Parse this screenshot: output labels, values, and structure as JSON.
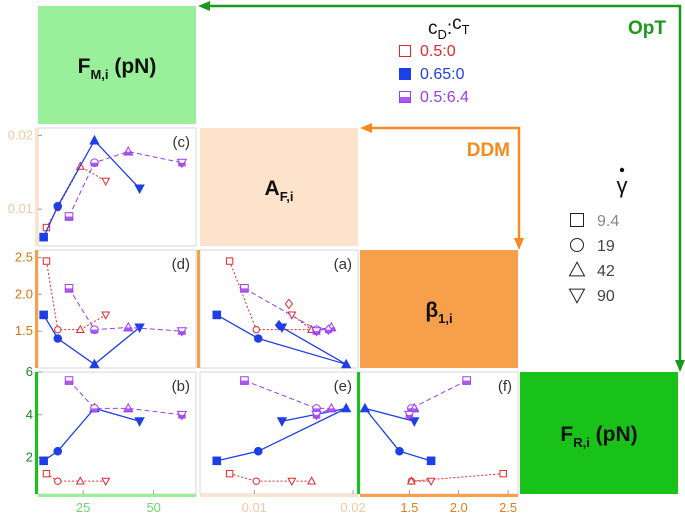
{
  "chart_data": {
    "type": "scatter",
    "diag": {
      "FM": {
        "main": "F",
        "sub": "M,i",
        "unit": "(pN)",
        "color": "#9af09a"
      },
      "A": {
        "main": "A",
        "sub": "F,i",
        "unit": "",
        "color": "#fde3cb"
      },
      "B": {
        "main": "β",
        "sub": "1,i",
        "unit": "",
        "color": "#f7a04b"
      },
      "FR": {
        "main": "F",
        "sub": "R,i",
        "unit": "(pN)",
        "color": "#19c219"
      }
    },
    "arrows": {
      "opt": "OpT",
      "ddm": "DDM",
      "opt_color": "#1a9a1a",
      "ddm_color": "#f58a1f"
    },
    "legend_conc": {
      "title_c": "c",
      "title_sub1": "D",
      "title_colon": ":",
      "title_sub2": "T",
      "entries": [
        {
          "label": "0.5:0",
          "color": "#e8262a",
          "style": "open"
        },
        {
          "label": "0.65:0",
          "color": "#1f3fe6",
          "style": "filled"
        },
        {
          "label": "0.5:6.4",
          "color": "#9b3cf0",
          "style": "half"
        }
      ]
    },
    "legend_gamma": {
      "symbol": "γ",
      "entries": [
        {
          "label": "9.4",
          "marker": "square",
          "color": "#888888"
        },
        {
          "label": "19",
          "marker": "circle",
          "color": "#444444"
        },
        {
          "label": "42",
          "marker": "triangle",
          "color": "#444444"
        },
        {
          "label": "90",
          "marker": "tri_down",
          "color": "#444444"
        }
      ]
    },
    "markers": [
      "square",
      "circle",
      "triangle",
      "tri_down"
    ],
    "series": {
      "red": {
        "FM": [
          12,
          16,
          24,
          33
        ],
        "A": [
          0.0075,
          0.0102,
          0.0158,
          0.0138
        ],
        "B": [
          2.45,
          1.52,
          1.52,
          1.72
        ],
        "FR": [
          1.25,
          0.9,
          0.9,
          0.9
        ]
      },
      "blue": {
        "FM": [
          11,
          16,
          29,
          45
        ],
        "A": [
          0.0062,
          0.0104,
          0.0193,
          0.0128
        ],
        "B": [
          1.72,
          1.4,
          1.05,
          1.55
        ],
        "FR": [
          1.85,
          2.3,
          4.3,
          3.7
        ]
      },
      "purple": {
        "FM": [
          20,
          29,
          41,
          60
        ],
        "A": [
          0.009,
          0.0163,
          0.0178,
          0.0163
        ],
        "B": [
          2.08,
          1.52,
          1.55,
          1.5
        ],
        "FR": [
          5.6,
          4.3,
          4.3,
          4.0
        ]
      }
    },
    "extra_points": [
      {
        "panel": "a",
        "x": 0.0135,
        "y": 1.87,
        "marker": "diamond",
        "color": "#e8262a",
        "style": "open"
      },
      {
        "panel": "a",
        "x": 0.0125,
        "y": 1.58,
        "marker": "diamond",
        "color": "#1f3fe6",
        "style": "filled"
      },
      {
        "panel": "a",
        "x": 0.0175,
        "y": 1.52,
        "marker": "diamond",
        "color": "#9b3cf0",
        "style": "half"
      }
    ],
    "panels": [
      {
        "id": "c",
        "label": "(c)",
        "row": 1,
        "col": 0,
        "x": "FM",
        "y": "A",
        "xlim": [
          9,
          65
        ],
        "ylim": [
          0.005,
          0.021
        ]
      },
      {
        "id": "d",
        "label": "(d)",
        "row": 2,
        "col": 0,
        "x": "FM",
        "y": "B",
        "xlim": [
          9,
          65
        ],
        "ylim": [
          1.0,
          2.6
        ]
      },
      {
        "id": "a",
        "label": "(a)",
        "row": 2,
        "col": 1,
        "x": "A",
        "y": "B",
        "xlim": [
          0.0045,
          0.0205
        ],
        "ylim": [
          1.0,
          2.6
        ]
      },
      {
        "id": "b",
        "label": "(b)",
        "row": 3,
        "col": 0,
        "x": "FM",
        "y": "FR",
        "xlim": [
          9,
          65
        ],
        "ylim": [
          0.3,
          6.0
        ]
      },
      {
        "id": "e",
        "label": "(e)",
        "row": 3,
        "col": 1,
        "x": "A",
        "y": "FR",
        "xlim": [
          0.0045,
          0.0205
        ],
        "ylim": [
          0.3,
          6.0
        ]
      },
      {
        "id": "f",
        "label": "(f)",
        "row": 3,
        "col": 2,
        "x": "B",
        "y": "FR",
        "xlim": [
          1.0,
          2.6
        ],
        "ylim": [
          0.3,
          6.0
        ]
      }
    ],
    "axes": {
      "y_A": {
        "ticks": [
          0.01,
          0.02
        ],
        "labels": [
          "0.01",
          "0.02"
        ]
      },
      "y_B": {
        "ticks": [
          1.5,
          2.0,
          2.5
        ],
        "labels": [
          "1.5",
          "2.0",
          "2.5"
        ]
      },
      "y_FR": {
        "ticks": [
          2,
          4,
          6
        ],
        "labels": [
          "2",
          "4",
          "6"
        ]
      },
      "x_FM": {
        "ticks": [
          25,
          50
        ],
        "labels": [
          "25",
          "50"
        ]
      },
      "x_A": {
        "ticks": [
          0.01,
          0.02
        ],
        "labels": [
          "0.01",
          "0.02"
        ]
      },
      "x_B": {
        "ticks": [
          1.5,
          2.0,
          2.5
        ],
        "labels": [
          "1.5",
          "2.0",
          "2.5"
        ]
      }
    }
  }
}
